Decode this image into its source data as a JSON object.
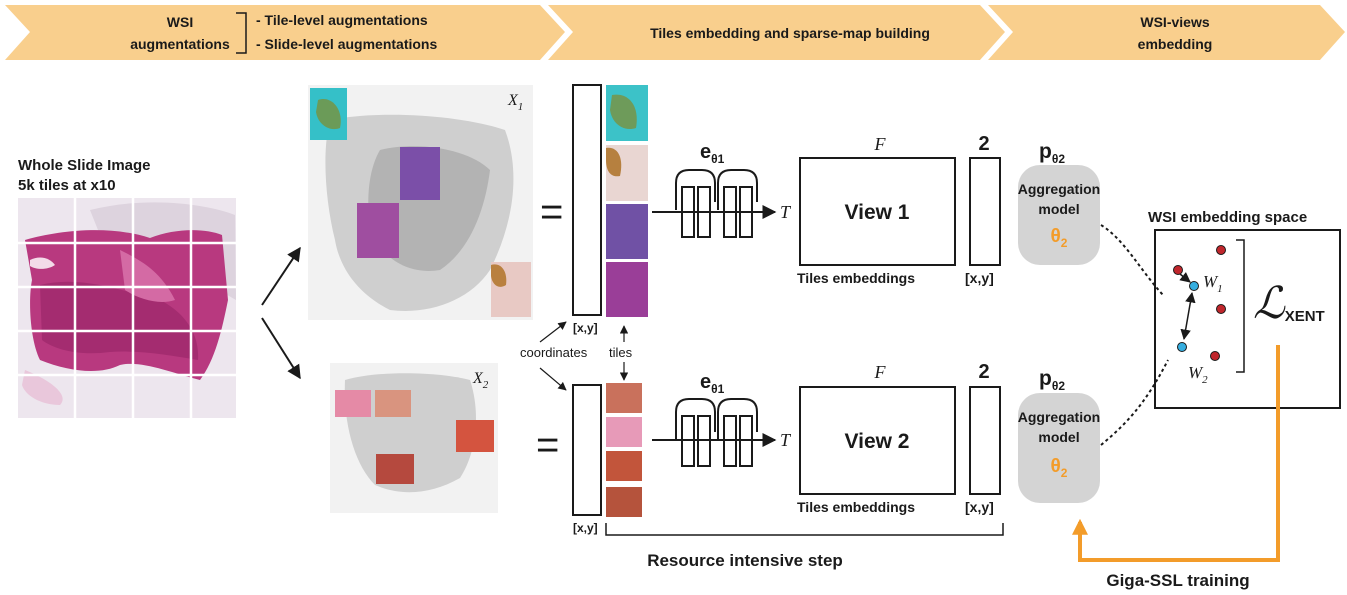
{
  "header": {
    "stage1_line1": "WSI",
    "stage1_line2": "augmentations",
    "stage1_item1": "- Tile-level augmentations",
    "stage1_item2": "- Slide-level augmentations",
    "stage2": "Tiles embedding and sparse-map building",
    "stage3_line1": "WSI-views",
    "stage3_line2": "embedding",
    "color": "#f9cf8d"
  },
  "wsi": {
    "title_line1": "Whole Slide Image",
    "title_line2": "5k tiles at x10"
  },
  "views": {
    "x1_label": "X",
    "x1_sub": "1",
    "x2_label": "X",
    "x2_sub": "2",
    "equals": "="
  },
  "sparse_map": {
    "coord_label": "[x,y]",
    "coordinates_label": "coordinates",
    "tiles_label": "tiles"
  },
  "encoder": {
    "label": "e",
    "subscript": "θ1",
    "t_label": "T"
  },
  "embeddings": {
    "f_label": "F",
    "two_label": "2",
    "view1": "View 1",
    "view2": "View 2",
    "tiles_embeddings": "Tiles embeddings",
    "coord_label": "[x,y]"
  },
  "aggregation": {
    "p_label": "p",
    "p_subscript": "θ2",
    "line1": "Aggregation",
    "line2": "model",
    "theta": "θ",
    "theta_sub": "2",
    "theta_color": "#f39c2a"
  },
  "embedding_space": {
    "title": "WSI embedding space",
    "w1": "W",
    "w1_sub": "1",
    "w2": "W",
    "w2_sub": "2",
    "loss": "ℒ",
    "loss_sub": "XENT"
  },
  "footer": {
    "resource_label": "Resource intensive step",
    "training_label": "Giga-SSL training",
    "training_color": "#f39c2a"
  }
}
